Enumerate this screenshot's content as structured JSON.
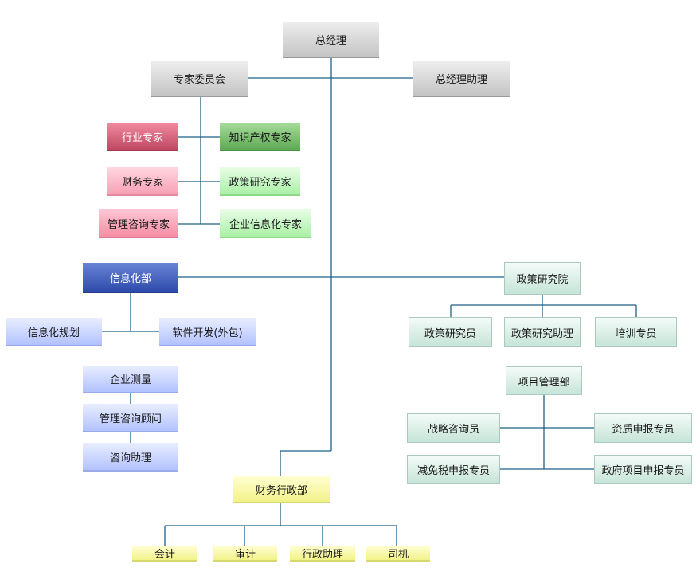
{
  "org": {
    "ceo": "总经理",
    "expert_committee": "专家委员会",
    "ceo_assistant": "总经理助理",
    "industry_expert": "行业专家",
    "ip_expert": "知识产权专家",
    "finance_expert": "财务专家",
    "policy_research_expert": "政策研究专家",
    "mgmt_consulting_expert": "管理咨询专家",
    "enterprise_it_expert": "企业信息化专家",
    "it_dept": "信息化部",
    "it_planning": "信息化规划",
    "software_dev": "软件开发(外包)",
    "enterprise_survey": "企业测量",
    "mgmt_consultant": "管理咨询顾问",
    "consulting_assistant": "咨询助理",
    "policy_institute": "政策研究院",
    "policy_researcher": "政策研究员",
    "policy_research_assistant": "政策研究助理",
    "training_specialist": "培训专员",
    "project_mgmt_dept": "项目管理部",
    "strategy_consultant": "战略咨询员",
    "qualification_specialist": "资质申报专员",
    "tax_exemption_specialist": "减免税申报专员",
    "gov_project_specialist": "政府项目申报专员",
    "finance_admin_dept": "财务行政部",
    "accounting": "会计",
    "audit": "审计",
    "admin_assistant": "行政助理",
    "driver": "司机"
  },
  "colors": {
    "line": "#1f5f87"
  }
}
